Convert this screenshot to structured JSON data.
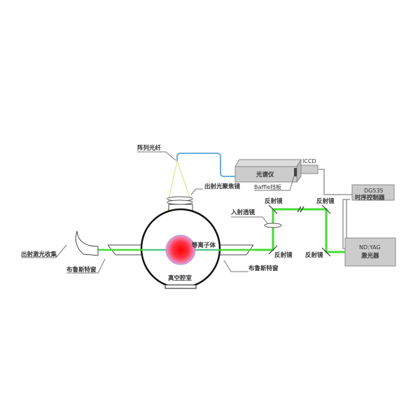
{
  "labels": {
    "fiber_array": "阵列光纤",
    "output_focus_lens": "出射光聚焦镜",
    "spectrometer": "光谱仪",
    "iccd": "ICCD",
    "baffle": "Baffle挡板",
    "dg535": "DG535",
    "timing_controller": "时序控制器",
    "incident_lens": "入射透镜",
    "mirror": "反射镜",
    "ndyag": "ND:YAG",
    "laser": "激光器",
    "plasma": "等离子体",
    "vacuum_chamber": "真空腔室",
    "laser_collector": "出射激光收集",
    "brewster_window": "布鲁斯特窗"
  },
  "colors": {
    "laser_beam": "#44dd33",
    "fiber": "#6ab0e0",
    "plasma": "#ff1a1a",
    "light_cone": "#c8e87a"
  }
}
